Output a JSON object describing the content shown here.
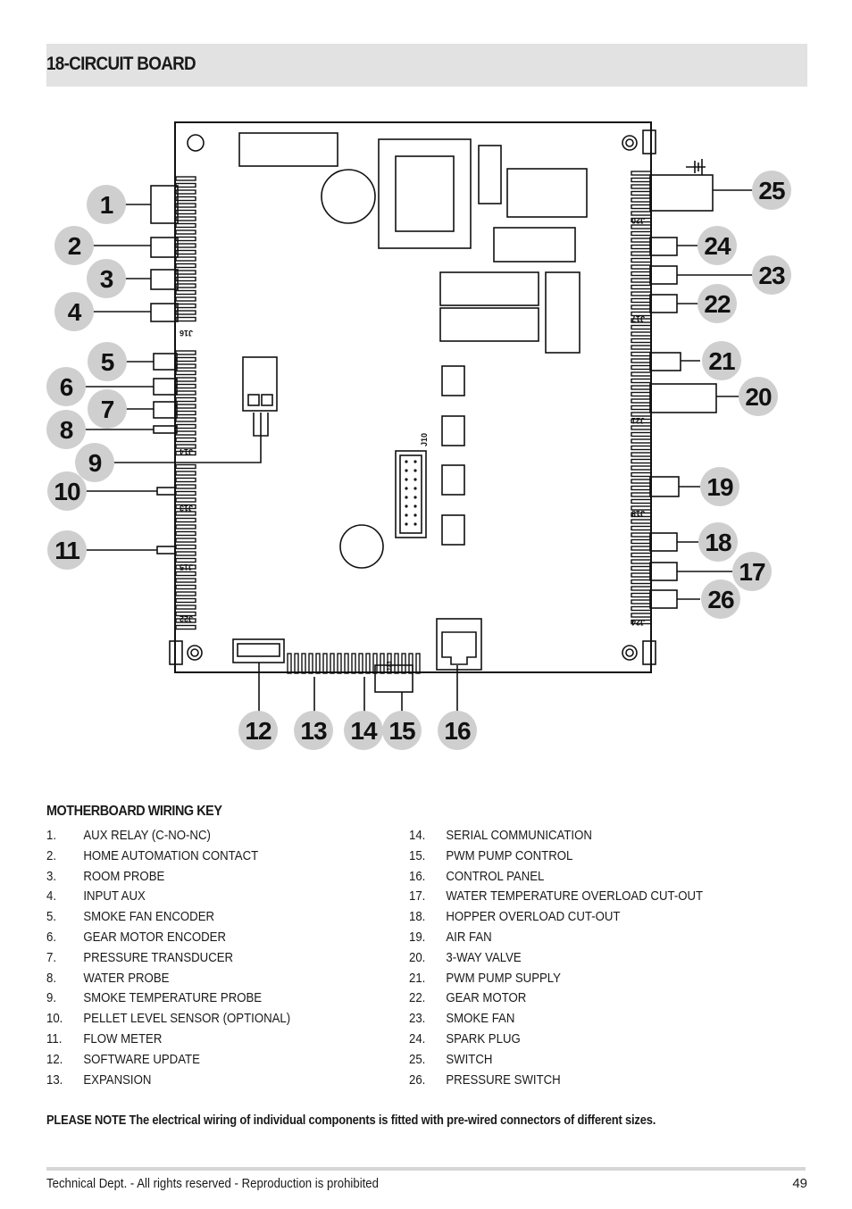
{
  "section_title": "18-CIRCUIT BOARD",
  "diagram": {
    "connector_labels": [
      "J16",
      "J14",
      "J13",
      "J15",
      "J22",
      "J20",
      "J17",
      "J21",
      "J18",
      "J24",
      "J10",
      "J23"
    ],
    "callouts": [
      "1",
      "2",
      "3",
      "4",
      "5",
      "6",
      "7",
      "8",
      "9",
      "10",
      "11",
      "12",
      "13",
      "14",
      "15",
      "16",
      "17",
      "18",
      "19",
      "20",
      "21",
      "22",
      "23",
      "24",
      "25",
      "26"
    ]
  },
  "key": {
    "title": "MOTHERBOARD WIRING KEY",
    "left": [
      {
        "num": "1.",
        "label": "AUX RELAY (C-NO-NC)"
      },
      {
        "num": "2.",
        "label": "HOME AUTOMATION CONTACT"
      },
      {
        "num": "3.",
        "label": "ROOM PROBE"
      },
      {
        "num": "4.",
        "label": "INPUT AUX"
      },
      {
        "num": "5.",
        "label": "SMOKE FAN ENCODER"
      },
      {
        "num": "6.",
        "label": "GEAR MOTOR ENCODER"
      },
      {
        "num": "7.",
        "label": "PRESSURE TRANSDUCER"
      },
      {
        "num": "8.",
        "label": "WATER PROBE"
      },
      {
        "num": "9.",
        "label": "SMOKE TEMPERATURE PROBE"
      },
      {
        "num": "10.",
        "label": "PELLET LEVEL SENSOR (OPTIONAL)"
      },
      {
        "num": "11.",
        "label": "FLOW METER"
      },
      {
        "num": "12.",
        "label": "SOFTWARE UPDATE"
      },
      {
        "num": "13.",
        "label": "EXPANSION"
      }
    ],
    "right": [
      {
        "num": "14.",
        "label": "SERIAL COMMUNICATION"
      },
      {
        "num": "15.",
        "label": "PWM PUMP CONTROL"
      },
      {
        "num": "16.",
        "label": "CONTROL PANEL"
      },
      {
        "num": "17.",
        "label": "WATER TEMPERATURE OVERLOAD CUT-OUT"
      },
      {
        "num": "18.",
        "label": "HOPPER OVERLOAD CUT-OUT"
      },
      {
        "num": "19.",
        "label": "AIR FAN"
      },
      {
        "num": "20.",
        "label": "3-WAY VALVE"
      },
      {
        "num": "21.",
        "label": "PWM PUMP SUPPLY"
      },
      {
        "num": "22.",
        "label": "GEAR MOTOR"
      },
      {
        "num": "23.",
        "label": "SMOKE FAN"
      },
      {
        "num": "24.",
        "label": "SPARK PLUG"
      },
      {
        "num": "25.",
        "label": "SWITCH"
      },
      {
        "num": "26.",
        "label": "PRESSURE SWITCH"
      }
    ]
  },
  "note": "PLEASE NOTE The electrical wiring of individual components is fitted with pre-wired connectors of different sizes.",
  "footer": {
    "text": "Technical Dept. - All rights reserved - Reproduction is prohibited",
    "page": "49"
  }
}
